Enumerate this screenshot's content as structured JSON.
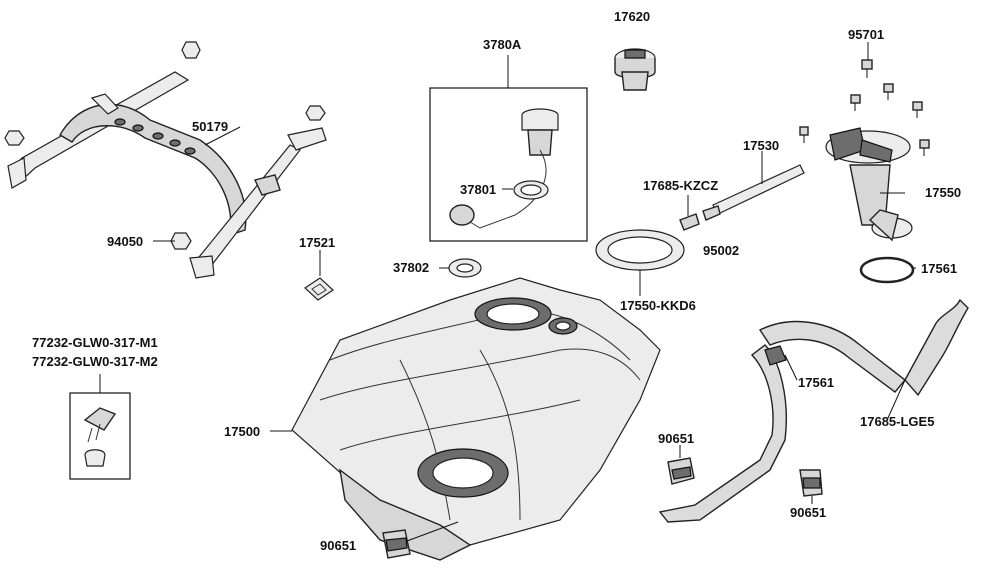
{
  "diagram": {
    "title": "",
    "labels": {
      "p_3780A": "3780A",
      "p_17620": "17620",
      "p_95701": "95701",
      "p_50179": "50179",
      "p_37801": "37801",
      "p_17530": "17530",
      "p_17685_KZCZ": "17685-KZCZ",
      "p_17550": "17550",
      "p_94050": "94050",
      "p_17521": "17521",
      "p_95002": "95002",
      "p_37802": "37802",
      "p_17561_top": "17561",
      "p_17550_KKD6": "17550-KKD6",
      "p_77232_M1": "77232-GLW0-317-M1",
      "p_77232_M2": "77232-GLW0-317-M2",
      "p_17561_hose": "17561",
      "p_17500": "17500",
      "p_17685_LGE5": "17685-LGE5",
      "p_90651_mid": "90651",
      "p_90651_right": "90651",
      "p_90651_bottom": "90651"
    }
  }
}
